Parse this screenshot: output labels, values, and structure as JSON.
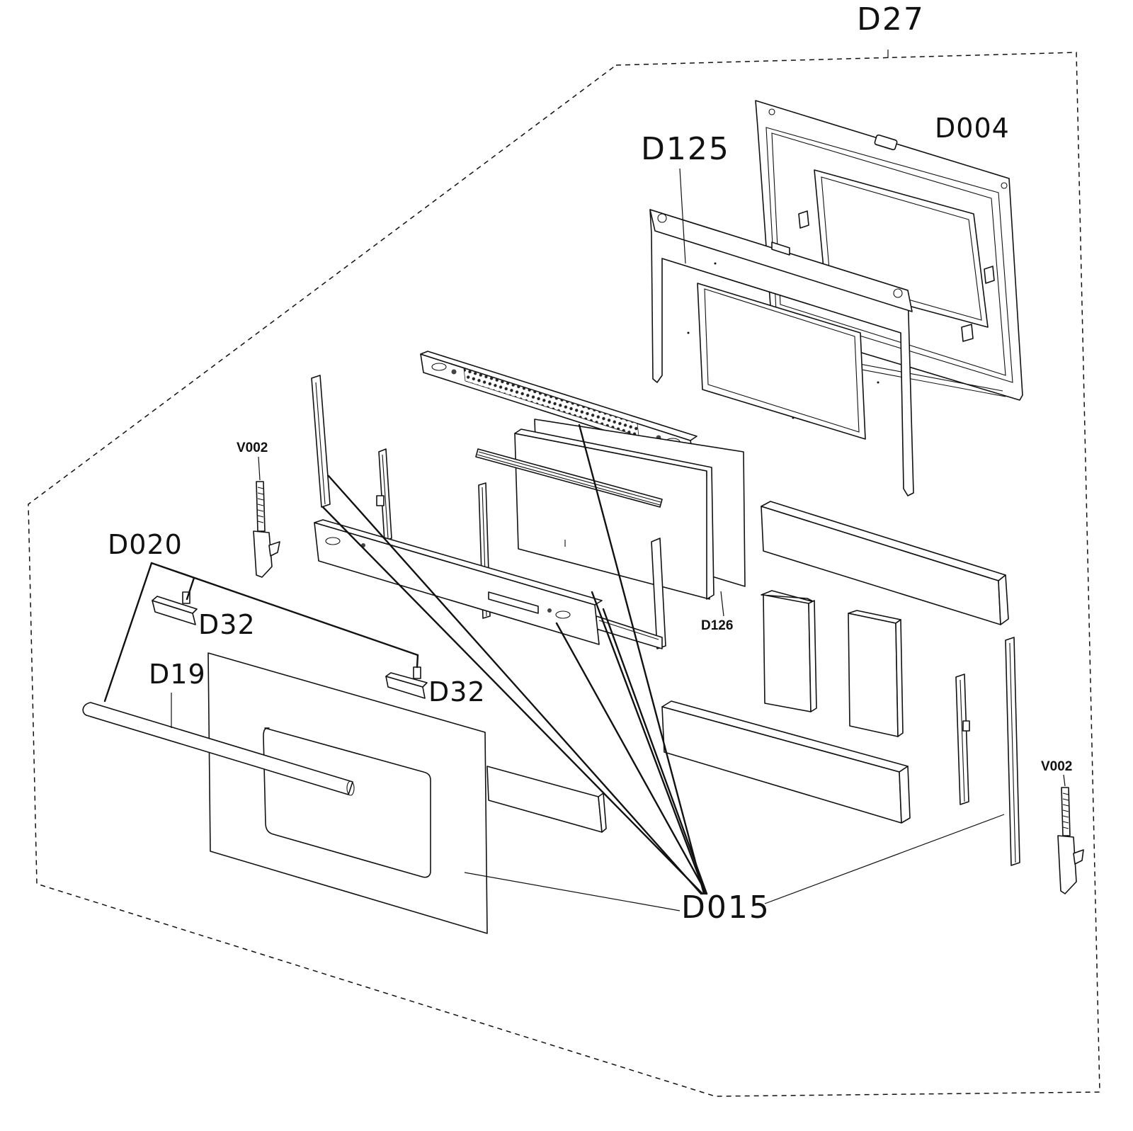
{
  "labels": {
    "d27": "D27",
    "d004": "D004",
    "d125": "D125",
    "v002_left": "V002",
    "v002_right": "V002",
    "d020": "D020",
    "d32_left": "D32",
    "d32_right": "D32",
    "d19": "D19",
    "d126": "D126",
    "d015": "D015"
  }
}
